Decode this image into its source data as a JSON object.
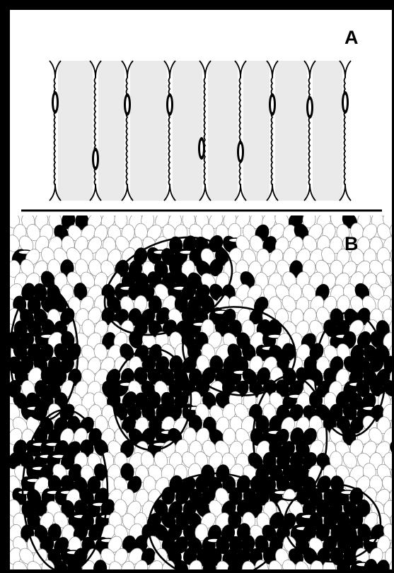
{
  "figure": {
    "panels": [
      {
        "id": "A",
        "label": "A"
      },
      {
        "id": "B",
        "label": "B"
      }
    ],
    "colors": {
      "ink": "#000000",
      "background": "#ffffff",
      "stipple": "#b5b5b5",
      "open_cell": "#ffffff",
      "filled_cell": "#000000"
    }
  }
}
